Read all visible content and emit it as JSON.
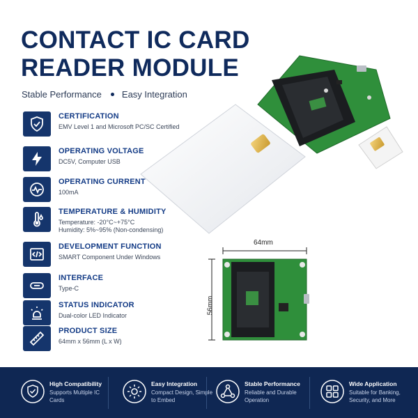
{
  "title_line1": "CONTACT IC CARD",
  "title_line2": "READER MODULE",
  "tagline": {
    "left": "Stable Performance",
    "right": "Easy Integration"
  },
  "specs": [
    {
      "icon": "shield-check-icon",
      "title": "CERTIFICATION",
      "desc": "EMV Level 1 and Microsoft PC/SC Certified"
    },
    {
      "icon": "lightning-icon",
      "title": "OPERATING VOLTAGE",
      "desc": "DC5V, Computer USB"
    },
    {
      "icon": "pulse-gauge-icon",
      "title": "OPERATING CURRENT",
      "desc": "100mA"
    },
    {
      "icon": "thermometer-icon",
      "title": "TEMPERATURE & HUMIDITY",
      "desc": "Temperature: -20°C~+75°C\nHumidity: 5%~95% (Non-condensing)"
    },
    {
      "icon": "code-icon",
      "title": "DEVELOPMENT FUNCTION",
      "desc": "SMART Component Under Windows"
    },
    {
      "icon": "usb-c-icon",
      "title": "INTERFACE",
      "desc": "Type-C"
    },
    {
      "icon": "led-bulb-icon",
      "title": "STATUS INDICATOR",
      "desc": "Dual-color LED Indicator"
    },
    {
      "icon": "ruler-icon",
      "title": "PRODUCT SIZE",
      "desc": "64mm x 56mm (L x W)"
    }
  ],
  "dimensions": {
    "width": "64mm",
    "height": "56mm"
  },
  "features": [
    {
      "icon": "shield-check-icon",
      "title": "High Compatibility",
      "desc": "Supports Multiple IC Cards"
    },
    {
      "icon": "gear-icon",
      "title": "Easy Integration",
      "desc": "Compact Design, Simple to Embed"
    },
    {
      "icon": "network-icon",
      "title": "Stable Performance",
      "desc": "Reliable and Durable Operation"
    },
    {
      "icon": "grid-icon",
      "title": "Wide Application",
      "desc": "Suitable for Banking, Security, and More"
    }
  ],
  "colors": {
    "navy": "#0f2a5c",
    "accent": "#123a85",
    "pcb": "#2e8b3a",
    "footer": "#0f2753"
  }
}
